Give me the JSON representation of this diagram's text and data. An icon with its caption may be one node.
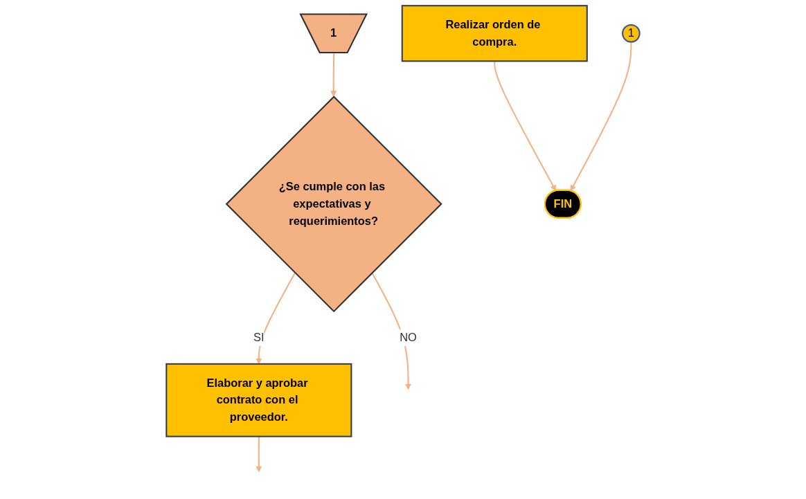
{
  "diagram": {
    "nodes": [
      {
        "text": [
          "1"
        ]
      },
      {
        "text": [
          "¿Se cumple con las expectativas y requerimientos?"
        ]
      },
      {
        "text": [
          "Elaborar y aprobar contrato con el proveedor."
        ]
      },
      {
        "text": [
          "Realizar orden de compra."
        ]
      },
      {
        "text": [
          "FIN"
        ]
      },
      {
        "text": [
          "1"
        ]
      }
    ],
    "edges": [
      {
        "from": 0,
        "to": 1,
        "arrow": "to"
      },
      {
        "from": 1,
        "to": 2,
        "arrow": "to",
        "label": "SI"
      },
      {
        "from": 1,
        "to": null,
        "arrow": "to",
        "label": "NO"
      },
      {
        "from": 2,
        "to": null,
        "arrow": "to"
      },
      {
        "from": 3,
        "to": 4,
        "arrow": "to"
      },
      {
        "from": 5,
        "to": 4,
        "arrow": "to"
      }
    ]
  }
}
